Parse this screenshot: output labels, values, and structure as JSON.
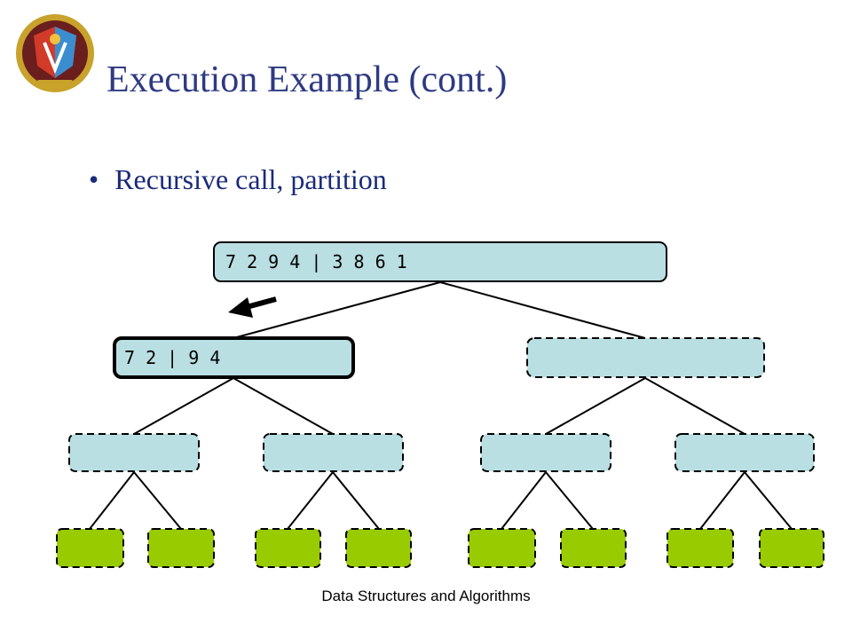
{
  "slide": {
    "title": "Execution Example (cont.)",
    "bullet": "Recursive call, partition",
    "footer": "Data Structures and Algorithms"
  },
  "tree": {
    "root": "7 2 9 4 | 3 8 6 1",
    "level1_left": "7 2 | 9 4",
    "level1_right": "",
    "active_node": "level1_left"
  },
  "colors": {
    "title": "#2e3a82",
    "node_fill": "#b9dfe3",
    "leaf_fill": "#99cc00",
    "border": "#000000"
  },
  "icons": [
    "institute-logo",
    "left-arrow-indicator"
  ]
}
